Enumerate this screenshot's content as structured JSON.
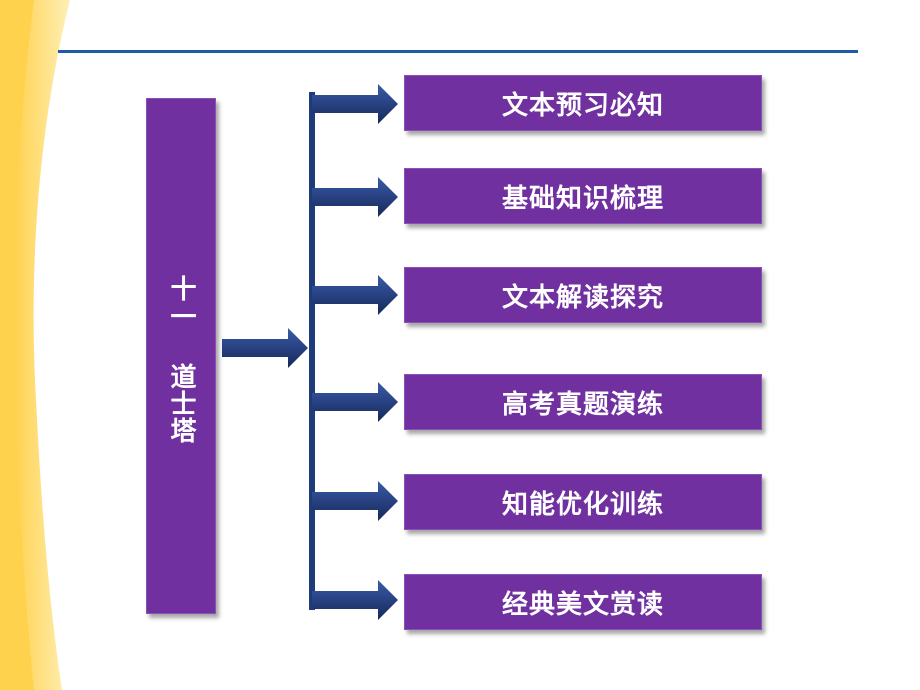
{
  "title": {
    "number": "十一",
    "name": "道士塔"
  },
  "menu": [
    {
      "label": "文本预习必知"
    },
    {
      "label": "基础知识梳理"
    },
    {
      "label": "文本解读探究"
    },
    {
      "label": "高考真题演练"
    },
    {
      "label": "知能优化训练"
    },
    {
      "label": "经典美文赏读"
    }
  ],
  "colors": {
    "box": "#7030a0",
    "arrow": "#1f3c7a",
    "rule": "#1f5aa6",
    "decor": "#ffd24d"
  }
}
